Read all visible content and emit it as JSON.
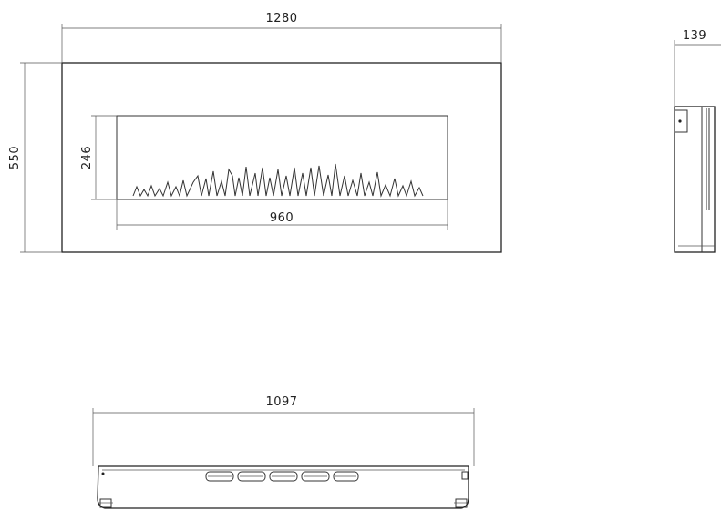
{
  "front_view": {
    "overall_width": "1280",
    "overall_height": "550",
    "opening_width": "960",
    "opening_height": "246"
  },
  "side_view": {
    "depth": "139"
  },
  "top_view": {
    "width": "1097"
  }
}
